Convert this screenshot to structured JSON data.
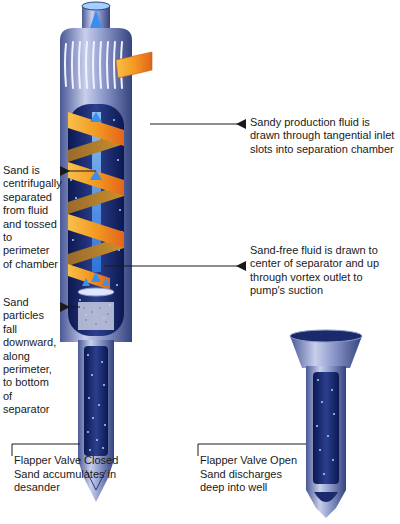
{
  "diagram": {
    "labels": [
      "Sandy production fluid is drawn through tangential inlet slots into separation chamber",
      "Sand is centrifugally separated from fluid and tossed to perimeter of chamber",
      "Sand-free fluid is drawn to center of separator and up through vortex outlet to pump's suction",
      "Sand particles fall downward, along perimeter, to bottom of separator",
      "Flapper Valve Closed",
      "Sand accumulates in desander",
      "Flapper Valve Open",
      "Sand discharges deep into well"
    ]
  }
}
